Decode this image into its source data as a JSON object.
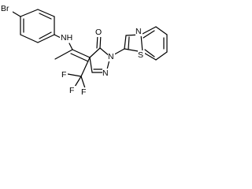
{
  "molecule": {
    "atoms": {
      "br": "Br",
      "nh": "NH",
      "o": "O",
      "n_ring": "N",
      "n_pyr": "N",
      "s": "S",
      "n_thz": "N",
      "f1": "F",
      "f2": "F",
      "f3": "F"
    }
  }
}
